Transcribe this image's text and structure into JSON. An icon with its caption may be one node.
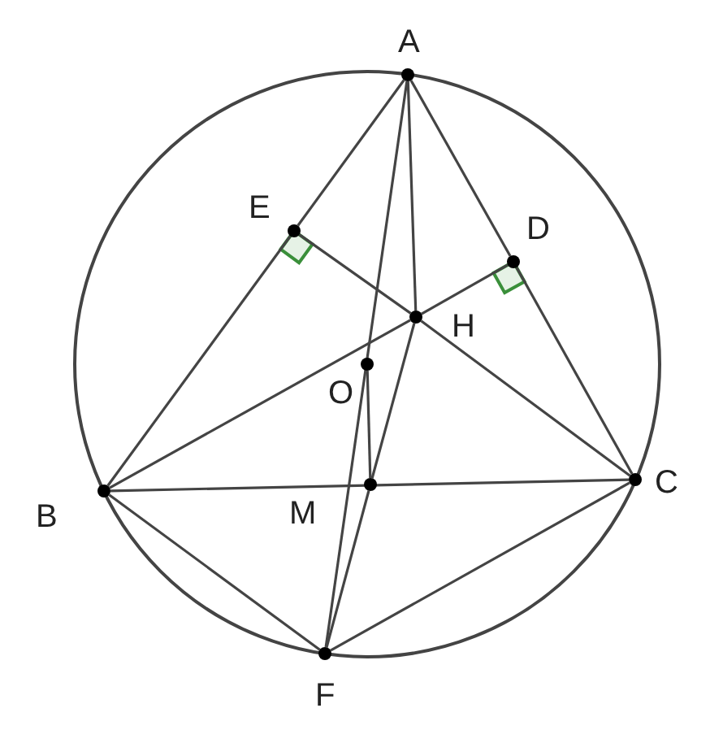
{
  "diagram": {
    "nodes": [
      {
        "text": [
          "A"
        ]
      },
      {
        "text": [
          "E"
        ]
      },
      {
        "text": [
          "D"
        ]
      },
      {
        "text": [
          "H"
        ]
      },
      {
        "text": [
          "O"
        ]
      },
      {
        "text": [
          "B"
        ]
      },
      {
        "text": [
          "M"
        ]
      },
      {
        "text": [
          "C"
        ]
      },
      {
        "text": [
          "F"
        ]
      }
    ],
    "edges": [
      {
        "from": 0,
        "to": 1,
        "arrow": "none"
      },
      {
        "from": 1,
        "to": 5,
        "arrow": "none"
      },
      {
        "from": 0,
        "to": 2,
        "arrow": "none"
      },
      {
        "from": 2,
        "to": 7,
        "arrow": "none"
      },
      {
        "from": 5,
        "to": 7,
        "arrow": "none"
      },
      {
        "from": 5,
        "to": 3,
        "arrow": "none"
      },
      {
        "from": 3,
        "to": 2,
        "arrow": "none"
      },
      {
        "from": 7,
        "to": 3,
        "arrow": "none"
      },
      {
        "from": 3,
        "to": 1,
        "arrow": "none"
      },
      {
        "from": 0,
        "to": 3,
        "arrow": "none"
      },
      {
        "from": 3,
        "to": 6,
        "arrow": "none"
      },
      {
        "from": 6,
        "to": 8,
        "arrow": "none"
      },
      {
        "from": 0,
        "to": 8,
        "arrow": "none"
      },
      {
        "from": 4,
        "to": 6,
        "arrow": "none"
      },
      {
        "from": 5,
        "to": 8,
        "arrow": "none"
      },
      {
        "from": 7,
        "to": 8,
        "arrow": "none"
      }
    ]
  }
}
